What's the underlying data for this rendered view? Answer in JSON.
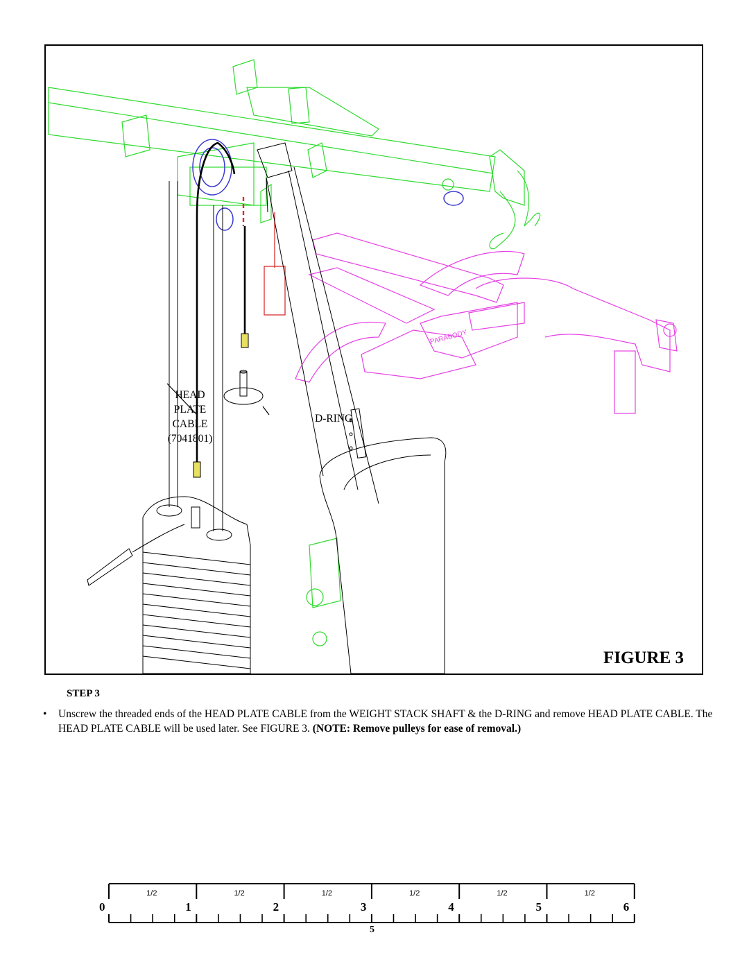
{
  "figure": {
    "caption": "FIGURE 3",
    "labels": {
      "head_line1": "HEAD",
      "head_line2": "PLATE",
      "head_line3": "CABLE",
      "head_partno": "(7041801)",
      "dring": "D-RING",
      "brand": "PARABODY"
    },
    "colors": {
      "frame": "#2ddb2d",
      "seat": "#e640e6",
      "pulley": "#3a3ad0",
      "pin": "#d83030",
      "threads": "#e8e060",
      "stack": "#000000"
    }
  },
  "step": {
    "heading": "STEP 3",
    "bullet": "•",
    "text": "Unscrew the threaded ends of the HEAD PLATE CABLE from the WEIGHT STACK SHAFT & the D-RING and remove HEAD PLATE CABLE. The HEAD PLATE CABLE will be used later. See FIGURE 3.",
    "note": "(NOTE: Remove pulleys for ease of removal.)"
  },
  "ruler": {
    "numbers": [
      "0",
      "1",
      "2",
      "3",
      "4",
      "5",
      "6"
    ],
    "half_label": "1/2"
  },
  "page_number": "5"
}
